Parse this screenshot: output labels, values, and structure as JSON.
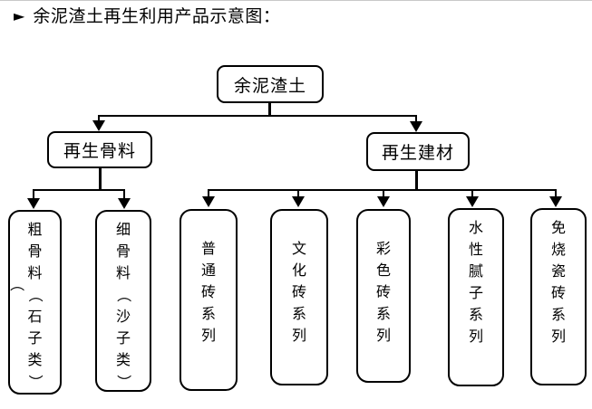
{
  "title": {
    "bullet": "►",
    "text": "余泥渣土再生利用产品示意图："
  },
  "diagram": {
    "root": {
      "label": "余泥渣土"
    },
    "branches": [
      {
        "label": "再生骨料"
      },
      {
        "label": "再生建材"
      }
    ],
    "aggregate_products": [
      {
        "label": "粗骨料（石子类）"
      },
      {
        "label": "细骨料（沙子类）"
      }
    ],
    "material_products": [
      {
        "label": "普通砖系列"
      },
      {
        "label": "文化砖系列"
      },
      {
        "label": "彩色砖系列"
      },
      {
        "label": "水性腻子系列"
      },
      {
        "label": "免烧瓷砖系列"
      }
    ],
    "stray_paren": "（"
  },
  "colors": {
    "line": "#000000",
    "box_border": "#000000",
    "background": "#ffffff",
    "top_border": "#c9c9c9",
    "text": "#000000"
  }
}
